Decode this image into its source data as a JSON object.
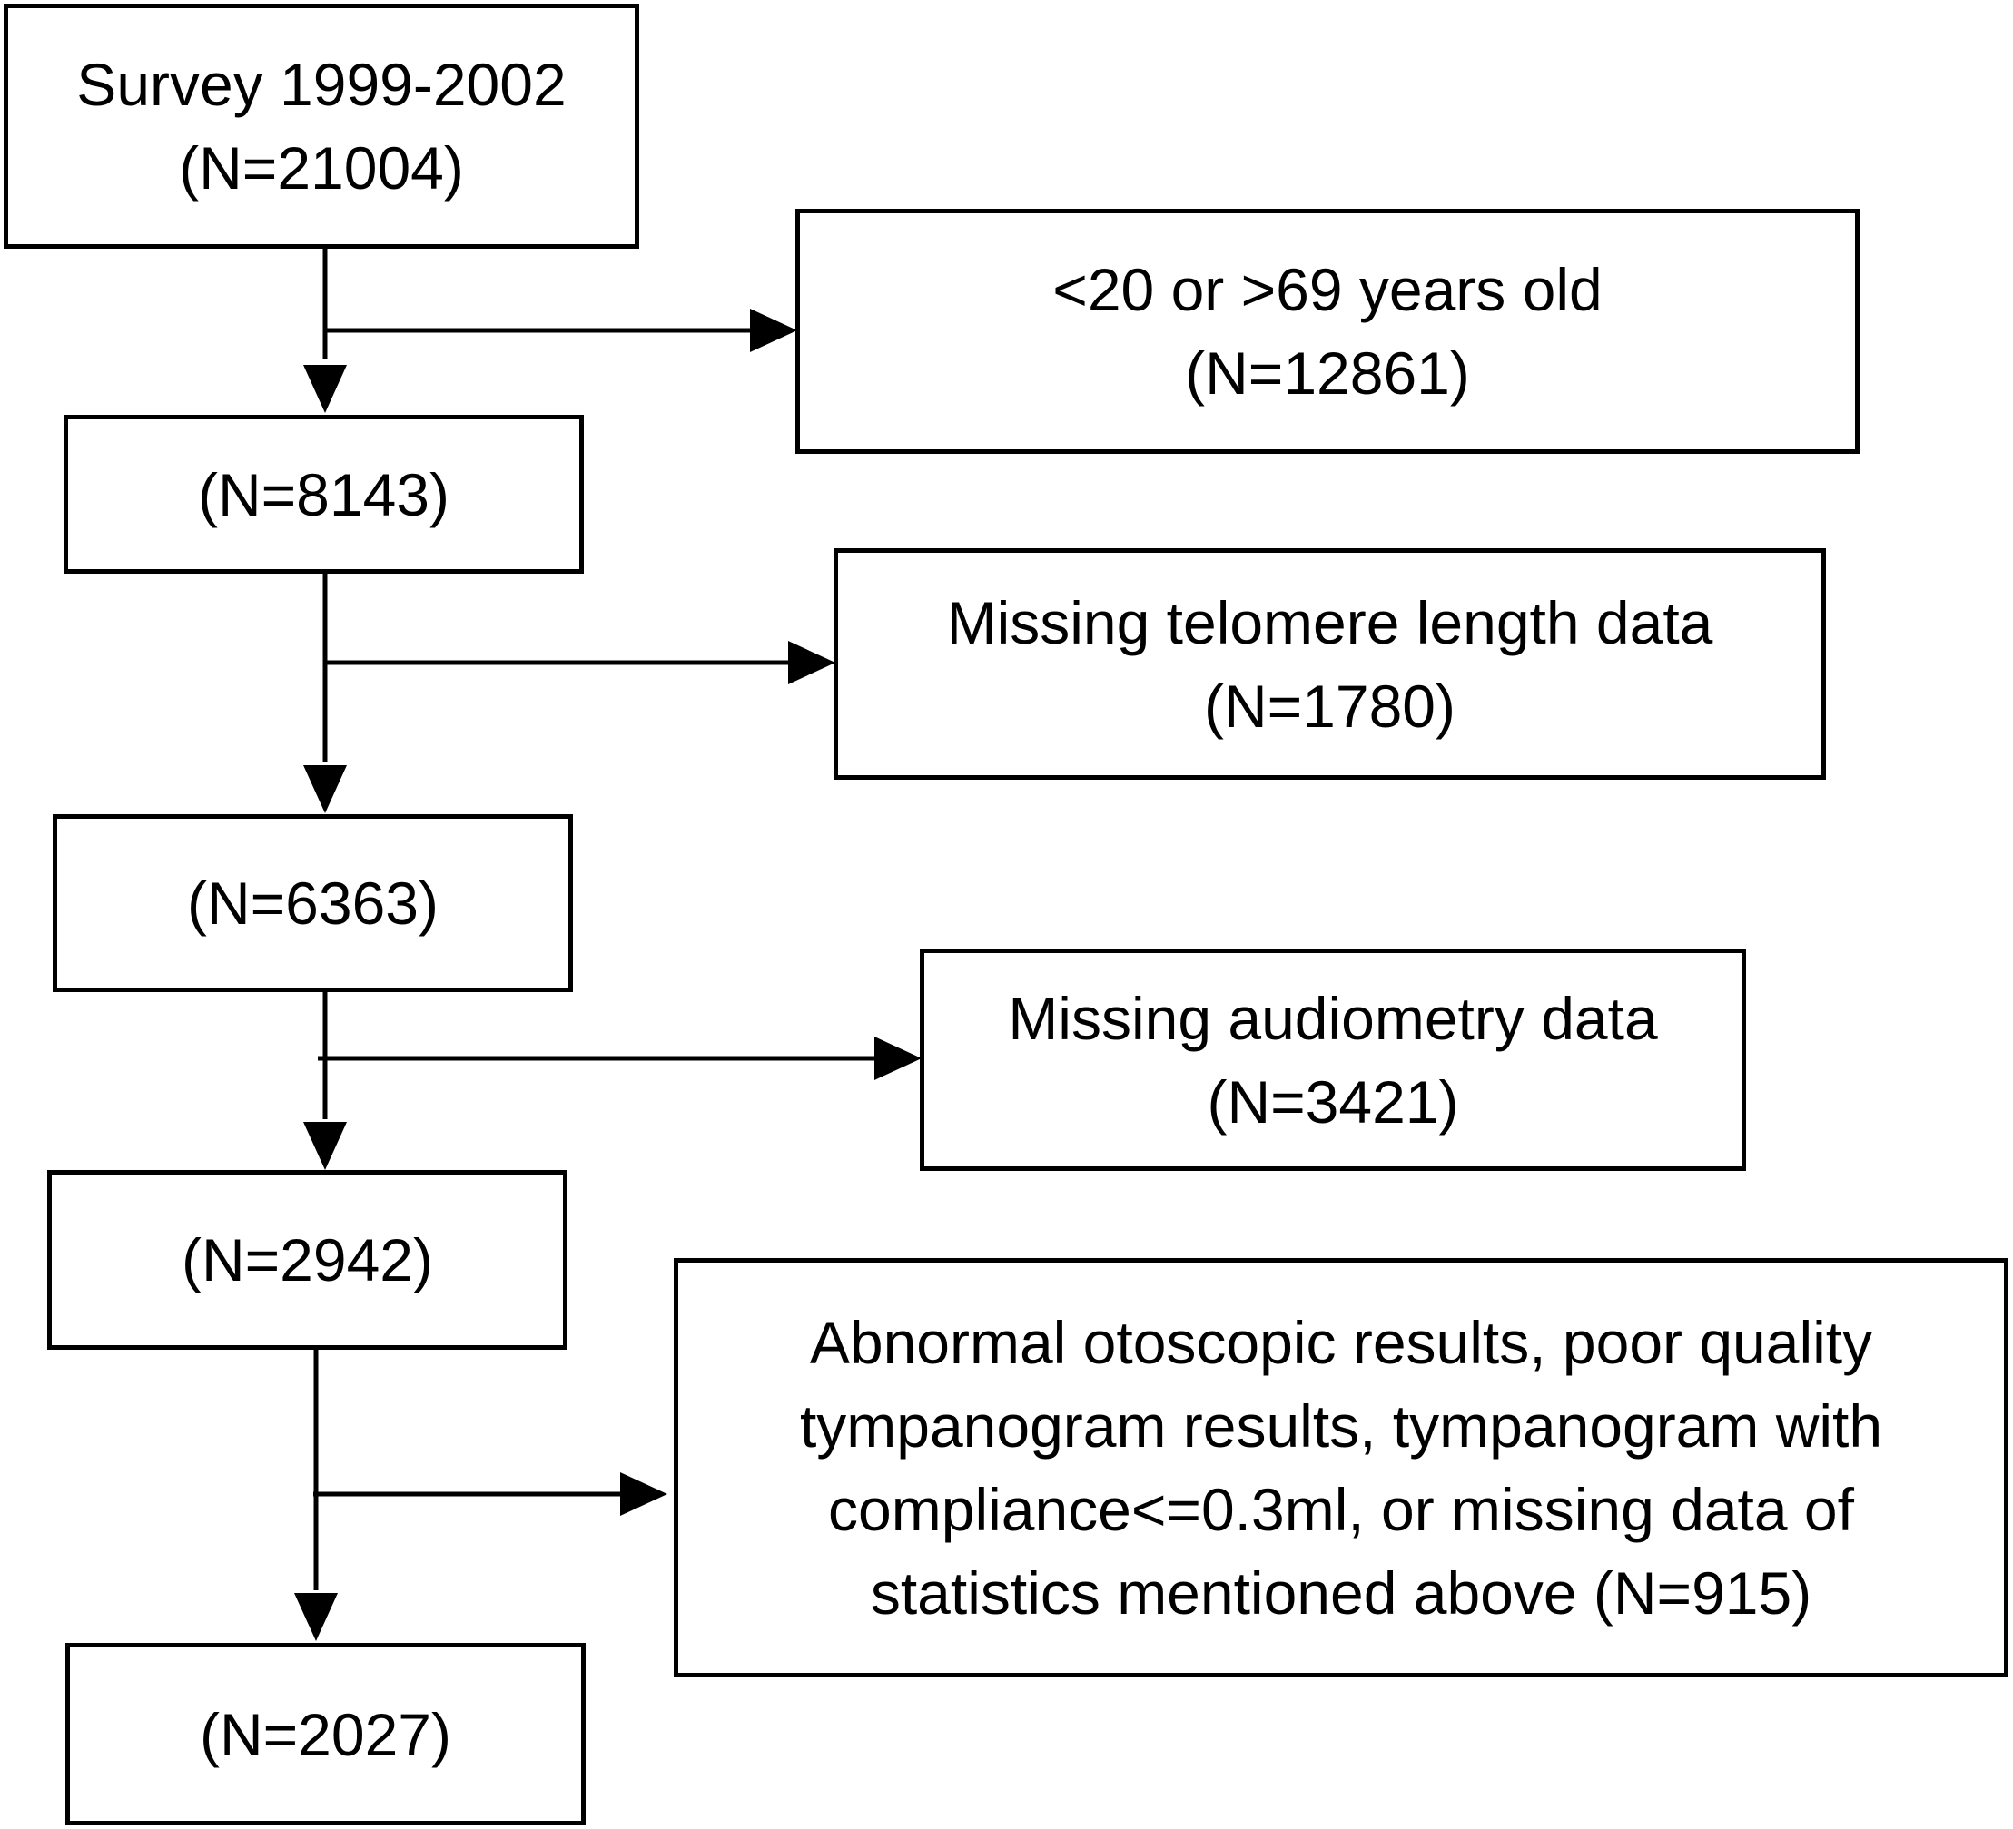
{
  "flow": {
    "survey": {
      "line1": "Survey 1999-2002",
      "line2": "(N=21004)"
    },
    "step1": {
      "count": "(N=8143)"
    },
    "step2": {
      "count": "(N=6363)"
    },
    "step3": {
      "count": "(N=2942)"
    },
    "final": {
      "count": "(N=2027)"
    }
  },
  "exclusions": {
    "age": {
      "line1": "<20 or >69 years old",
      "line2": "(N=12861)"
    },
    "telomere": {
      "line1": "Missing telomere length data",
      "line2": "(N=1780)"
    },
    "audiometry": {
      "line1": "Missing audiometry data",
      "line2": "(N=3421)"
    },
    "otoscopic": {
      "line1": "Abnormal otoscopic results, poor quality",
      "line2": "tympanogram results, tympanogram with",
      "line3": "compliance<=0.3ml, or missing data of",
      "line4": "statistics mentioned above (N=915)"
    }
  },
  "style": {
    "stroke_color": "#000000",
    "background_color": "#ffffff"
  }
}
